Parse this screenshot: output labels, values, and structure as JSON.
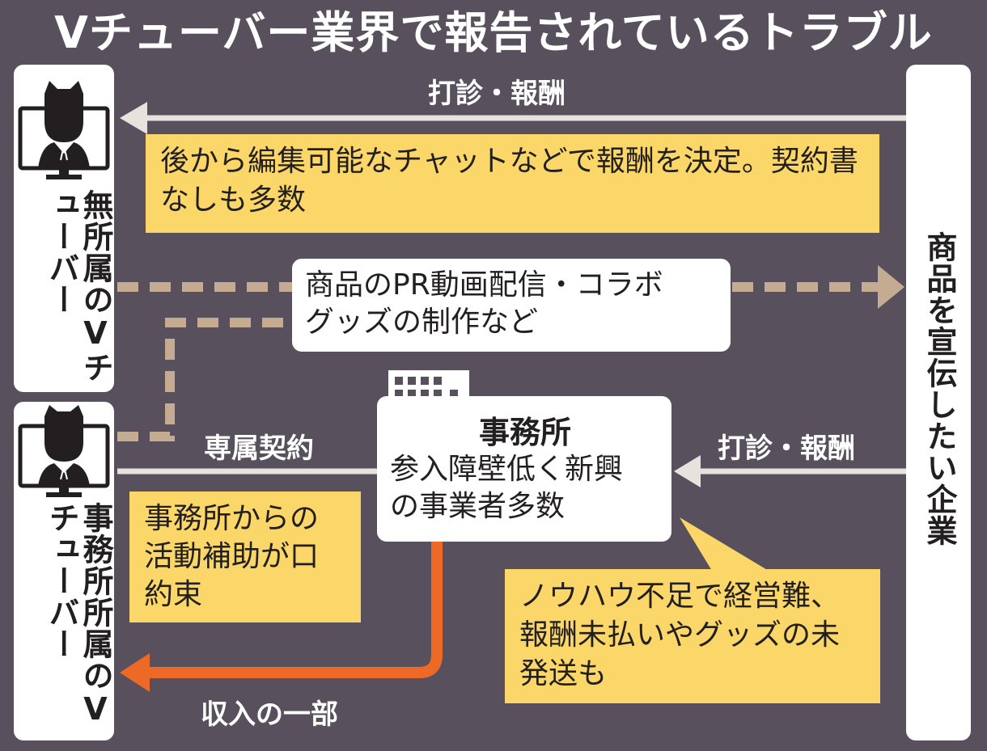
{
  "title": "Vチューバー業界で報告されているトラブル",
  "left_top": {
    "label": "無所属のVチューバー",
    "icon": "vtuber-monitor-icon"
  },
  "left_bottom": {
    "label": "事務所所属のVチューバー",
    "icon": "vtuber-monitor-icon"
  },
  "right": {
    "label": "商品を宣伝したい企業"
  },
  "flows": {
    "top_offer": "打診・報酬",
    "mid_offer": "打診・報酬",
    "exclusive": "専属契約",
    "income": "収入の一部"
  },
  "notes": {
    "chat_reward": "後から編集可能なチャットなどで報酬を決定。契約書なしも多数",
    "support_promise": "事務所からの活動補助が口約束",
    "knowhow": "ノウハウ不足で経営難、報酬未払いやグッズの未発送も"
  },
  "pr_box": {
    "line1": "商品のPR動画配信・コラボ",
    "line2": "グッズの制作など"
  },
  "agency": {
    "name": "事務所",
    "icon": "office-building-icon",
    "desc_line1": "参入障壁低く新興",
    "desc_line2": "の事業者多数"
  },
  "colors": {
    "background": "#58505c",
    "panel": "#ffffff",
    "note": "#fad768",
    "dashed": "#c4ab92",
    "line": "#e8e2dc",
    "income_arrow": "#ec6a25"
  }
}
